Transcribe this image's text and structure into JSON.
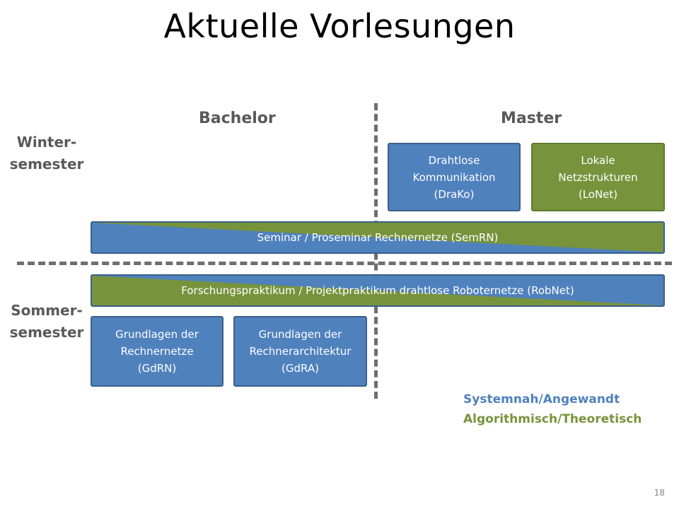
{
  "title": "Aktuelle Vorlesungen",
  "columns": {
    "bachelor": "Bachelor",
    "master": "Master"
  },
  "rows": {
    "winter": [
      "Winter-",
      "semester"
    ],
    "summer": [
      "Sommer-",
      "semester"
    ]
  },
  "courses": {
    "drako": {
      "lines": [
        "Drahtlose",
        "Kommunikation",
        "(DraKo)"
      ],
      "category": "Systemnah/Angewandt"
    },
    "lonet": {
      "lines": [
        "Lokale",
        "Netzstrukturen",
        "(LoNet)"
      ],
      "category": "Algorithmisch/Theoretisch"
    },
    "semrn": {
      "label": "Seminar / Proseminar Rechnernetze (SemRN)"
    },
    "robnet": {
      "label": "Forschungspraktikum / Projektpraktikum drahtlose Roboternetze (RobNet)"
    },
    "gdrn": {
      "lines": [
        "Grundlagen der",
        "Rechnernetze",
        "(GdRN)"
      ],
      "category": "Systemnah/Angewandt"
    },
    "gdra": {
      "lines": [
        "Grundlagen der",
        "Rechnerarchitektur",
        "(GdRA)"
      ],
      "category": "Systemnah/Angewandt"
    }
  },
  "legend": {
    "applied": {
      "label": "Systemnah/Angewandt",
      "color": "#4f81bd"
    },
    "theoretical": {
      "label": "Algorithmisch/Theoretisch",
      "color": "#77933c"
    }
  },
  "page_number": "18"
}
